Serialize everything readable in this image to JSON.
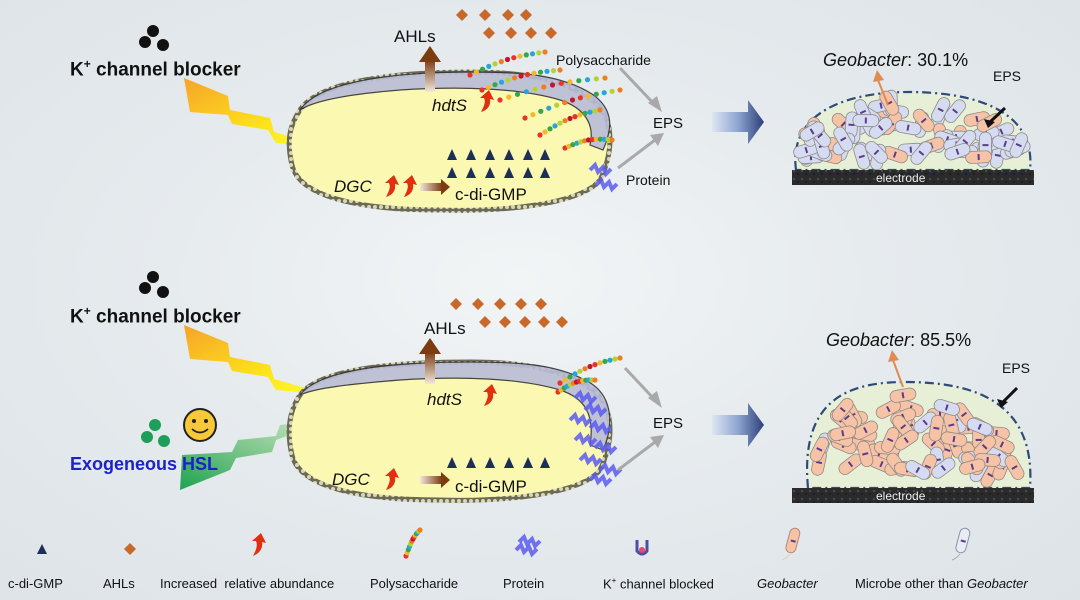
{
  "panels": [
    {
      "id": "top",
      "blocker_label": "K",
      "blocker_sup": "+",
      "blocker_rest": " channel blocker",
      "ahls_label": "AHLs",
      "hdts_label": "hdtS",
      "dgc_label": "DGC",
      "cdigmp_label": "c-di-GMP",
      "polysaccharide_label": "Polysaccharide",
      "protein_label": "Protein",
      "eps_label": "EPS",
      "geobacter_label": "Geobacter",
      "geobacter_pct": ": 30.1%",
      "biofilm_eps_label": "EPS",
      "electrode_label": "electrode",
      "dgc_arrow_count": 2
    },
    {
      "id": "bottom",
      "blocker_label": "K",
      "blocker_sup": "+",
      "blocker_rest": " channel blocker",
      "hsl_label": "Exogeneous HSL",
      "ahls_label": "AHLs",
      "hdts_label": "hdtS",
      "dgc_label": "DGC",
      "cdigmp_label": "c-di-GMP",
      "eps_label": "EPS",
      "geobacter_label": "Geobacter",
      "geobacter_pct": ": 85.5%",
      "biofilm_eps_label": "EPS",
      "electrode_label": "electrode",
      "dgc_arrow_count": 1
    }
  ],
  "legend": [
    {
      "icon": "triangle-icon",
      "label": "c-di-GMP"
    },
    {
      "icon": "diamond-icon",
      "label": "AHLs"
    },
    {
      "icon": "red-up-arrow-icon",
      "label": "Increased  relative abundance"
    },
    {
      "icon": "polysaccharide-chain-icon",
      "label": "Polysaccharide"
    },
    {
      "icon": "protein-zigzag-icon",
      "label": "Protein"
    },
    {
      "icon": "blocked-channel-icon",
      "label_pre": "K",
      "label_sup": "+",
      "label_post": " channel blocked"
    },
    {
      "icon": "geobacter-cell-icon",
      "label": "Geobacter"
    },
    {
      "icon": "other-microbe-icon",
      "label_pre": "Microbe other than ",
      "label_ital": "Geobacter"
    }
  ],
  "colors": {
    "cell_fill": "#fbf8b2",
    "membrane": "#b9bdd8",
    "ahl": "#c8682a",
    "cdigmp": "#1e2f57",
    "up_arrow": "#e0300f",
    "protein": "#5a5cf0",
    "geobacter": "#f6c3a6",
    "other_microbe": "#d5dbf0",
    "electrode": "#2a2a2a",
    "hsl_text": "#1b22c9"
  }
}
